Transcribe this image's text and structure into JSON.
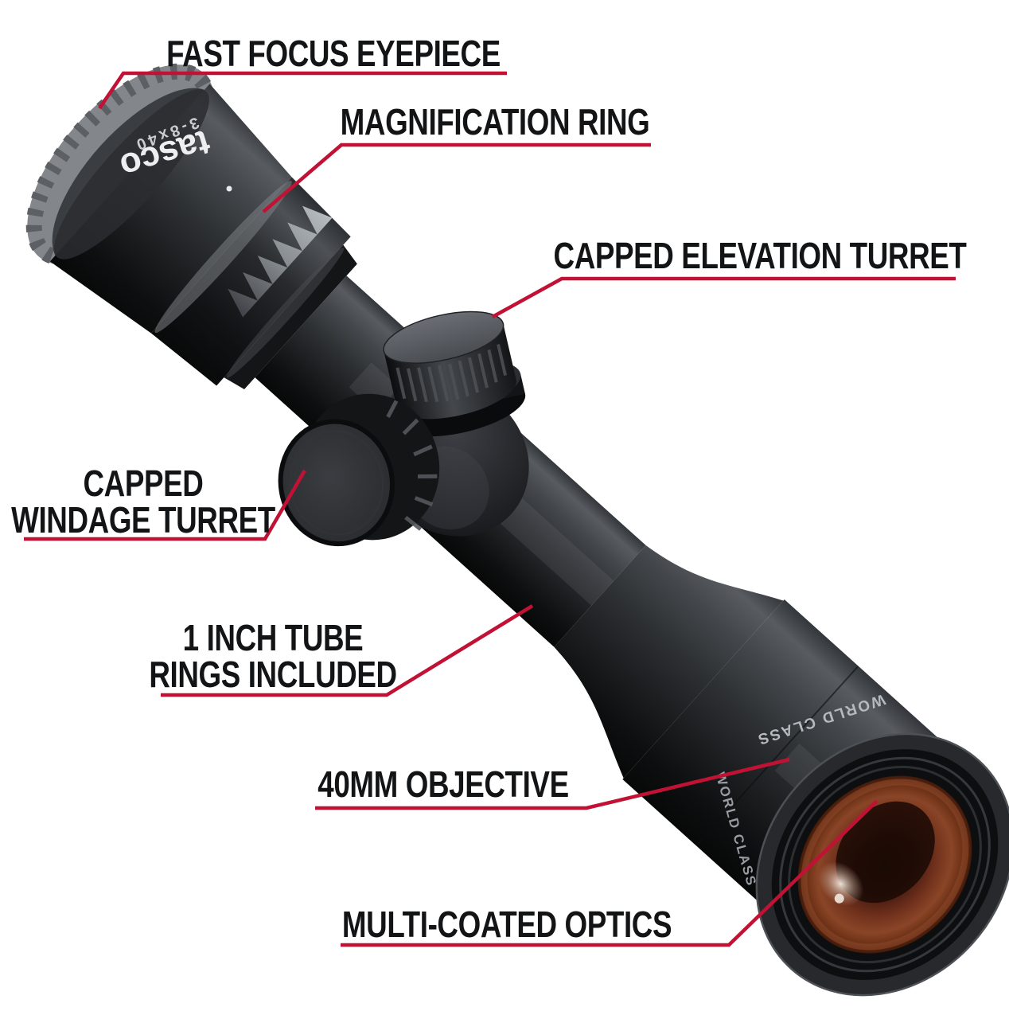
{
  "page": {
    "background": "#ffffff"
  },
  "accent": {
    "red": "#c11235"
  },
  "product": {
    "brand_logo": "tasco",
    "model_marking": "3-8x40",
    "bell_marking_top": "WORLD CLASS",
    "bell_marking_side": "WORLD CLASS"
  },
  "callouts": [
    {
      "name": "fast-focus-eyepiece",
      "lines": [
        "FAST FOCUS EYEPIECE"
      ]
    },
    {
      "name": "magnification-ring",
      "lines": [
        "MAGNIFICATION RING"
      ]
    },
    {
      "name": "capped-elevation-turret",
      "lines": [
        "CAPPED ELEVATION TURRET"
      ]
    },
    {
      "name": "capped-windage-turret",
      "lines": [
        "CAPPED",
        "WINDAGE TURRET"
      ]
    },
    {
      "name": "tube-rings-included",
      "lines": [
        "1 INCH TUBE",
        "RINGS INCLUDED"
      ]
    },
    {
      "name": "objective-40mm",
      "lines": [
        "40MM OBJECTIVE"
      ]
    },
    {
      "name": "multi-coated-optics",
      "lines": [
        "MULTI-COATED OPTICS"
      ]
    }
  ]
}
